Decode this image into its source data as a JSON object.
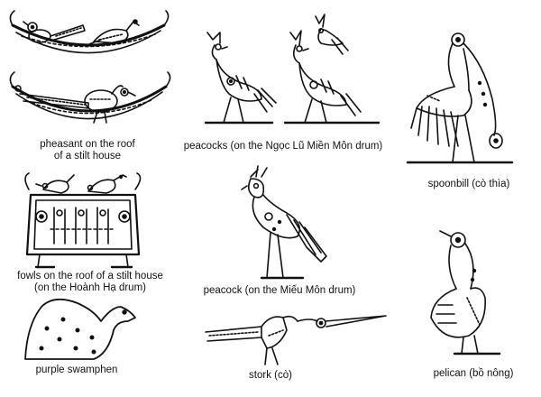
{
  "captions": {
    "pheasant_line1": "pheasant on the roof",
    "pheasant_line2": "of a stilt house",
    "peacocks_ngoc_lu": "peacocks (on the Ngọc Lũ Miền Môn drum)",
    "spoonbill": "spoonbill (cò thìa)",
    "fowls_line1": "fowls on the roof of a stilt house",
    "fowls_line2": "(on the Hoành Hạ drum)",
    "peacock_mieu_mon": "peacock (on the Miếu Môn drum)",
    "purple_swamphen": "purple swamphen",
    "stork": "stork (cò)",
    "pelican": "pelican (bồ nông)"
  }
}
